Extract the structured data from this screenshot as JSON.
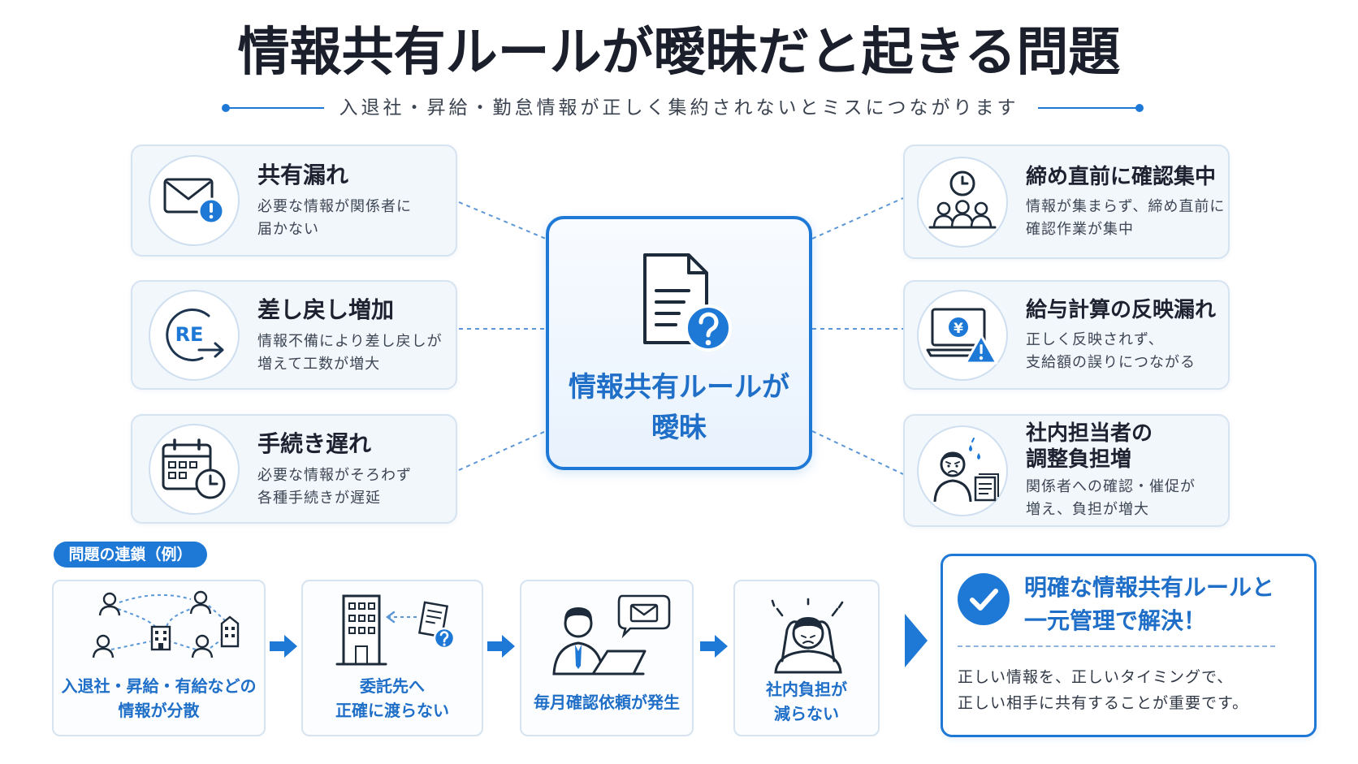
{
  "title": "情報共有ルールが曖昧だと起きる問題",
  "subtitle": "入退社・昇給・勤怠情報が正しく集約されないとミスにつながります",
  "center": {
    "line1": "情報共有ルールが",
    "line2": "曖昧",
    "icon": "document-question-icon"
  },
  "left_cards": [
    {
      "title": "共有漏れ",
      "desc1": "必要な情報が関係者に",
      "desc2": "届かない",
      "icon": "mail-alert-icon"
    },
    {
      "title": "差し戻し増加",
      "desc1": "情報不備により差し戻しが",
      "desc2": "増えて工数が増大",
      "icon": "re-return-icon",
      "icon_text": "RE"
    },
    {
      "title": "手続き遅れ",
      "desc1": "必要な情報がそろわず",
      "desc2": "各種手続きが遅延",
      "icon": "calendar-clock-icon"
    }
  ],
  "right_cards": [
    {
      "title": "締め直前に確認集中",
      "desc1": "情報が集まらず、締め直前に",
      "desc2": "確認作業が集中",
      "icon": "clock-people-icon"
    },
    {
      "title": "給与計算の反映漏れ",
      "desc1": "正しく反映されず、",
      "desc2": "支給額の誤りにつながる",
      "icon": "laptop-yen-warning-icon",
      "icon_text": "¥"
    },
    {
      "title_line1": "社内担当者の",
      "title_line2": "調整負担増",
      "desc1": "関係者への確認・催促が",
      "desc2": "増え、負担が増大",
      "icon": "worried-person-icon"
    }
  ],
  "chain": {
    "label": "問題の連鎖（例）",
    "steps": [
      {
        "line1": "入退社・昇給・有給などの",
        "line2": "情報が分散",
        "icon": "scattered-network-icon"
      },
      {
        "line1": "委託先へ",
        "line2": "正確に渡らない",
        "icon": "building-document-icon"
      },
      {
        "line1": "毎月確認依頼が発生",
        "icon": "person-laptop-mail-icon"
      },
      {
        "line1": "社内負担が",
        "line2": "減らない",
        "icon": "stressed-person-icon"
      }
    ]
  },
  "solution": {
    "title1": "明確な情報共有ルールと",
    "title2": "一元管理で解決！",
    "body1": "正しい情報を、正しいタイミングで、",
    "body2": "正しい相手に共有することが重要です。",
    "icon": "check-circle-icon"
  },
  "colors": {
    "accent": "#1e78d6",
    "card_bg": "#f2f7fc",
    "card_border": "#d6e3f0",
    "heading": "#1a1f2b"
  }
}
